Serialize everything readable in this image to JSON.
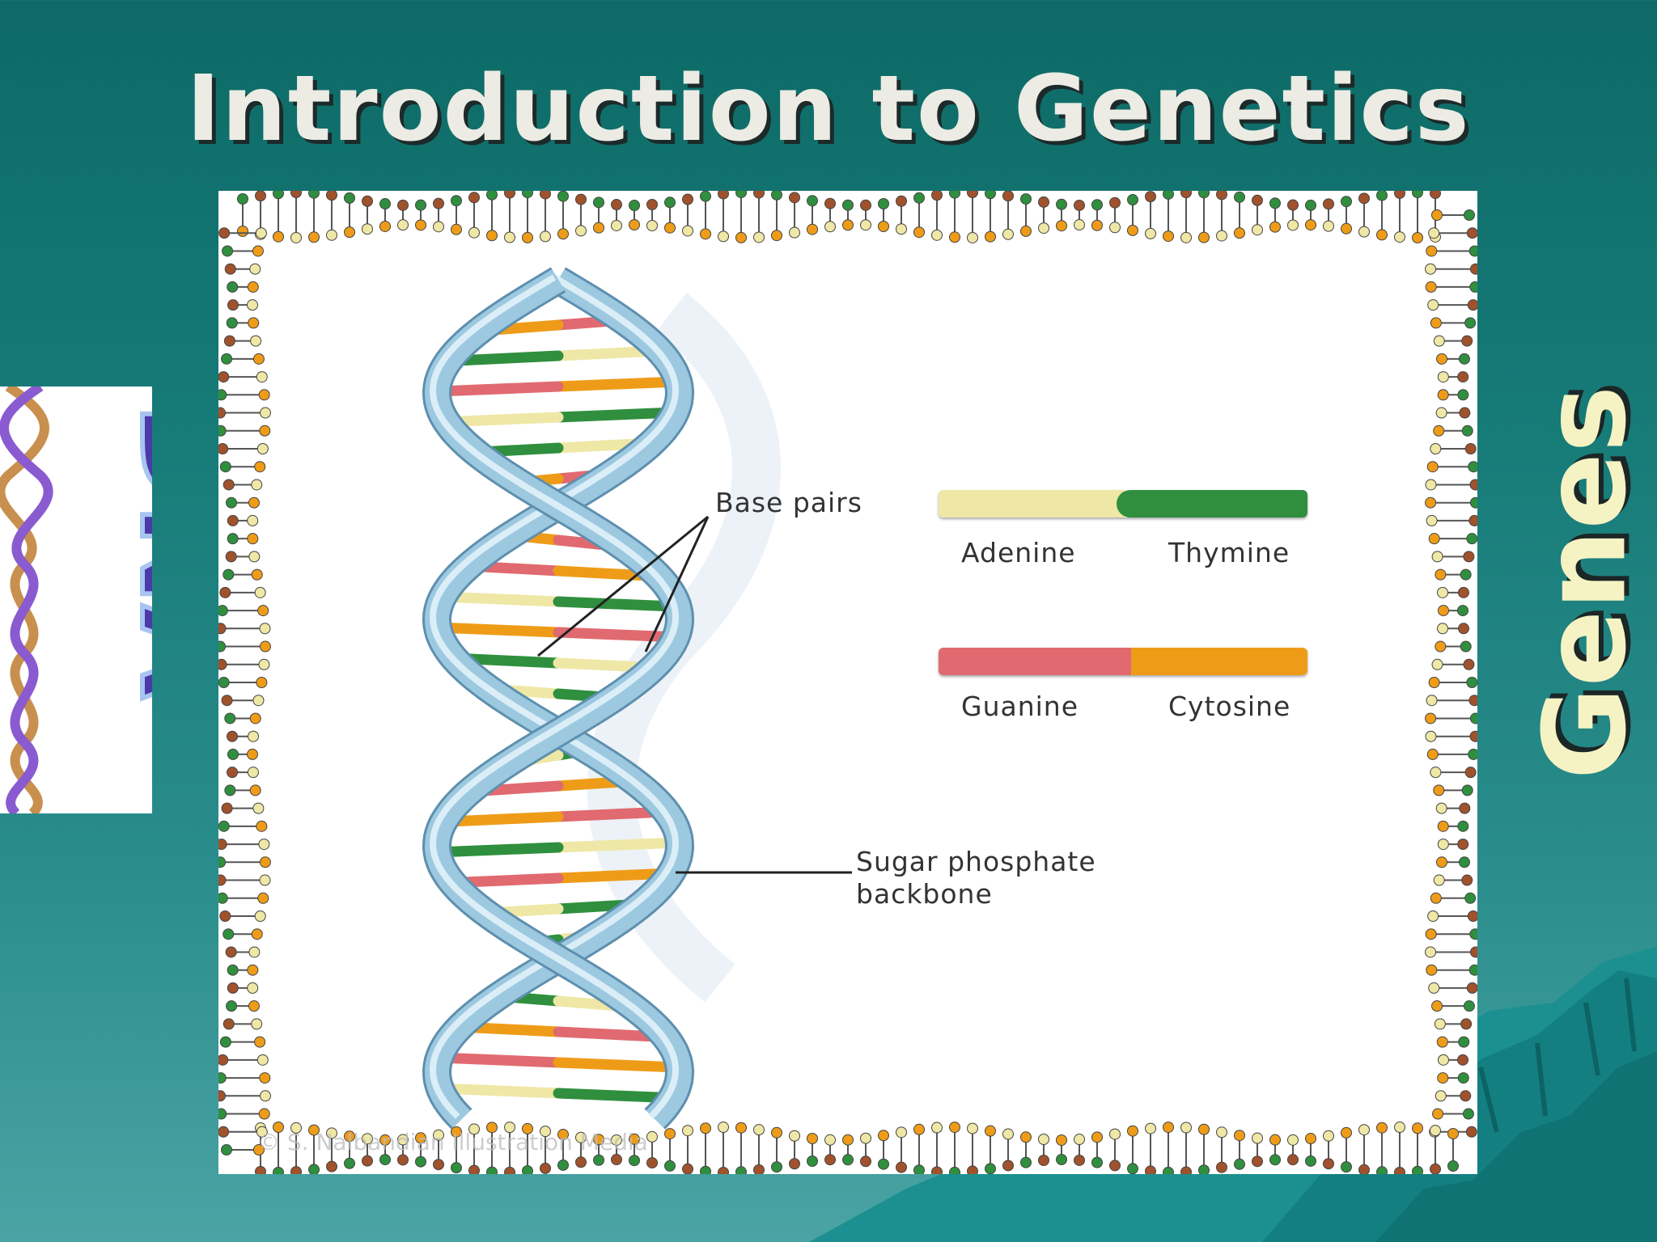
{
  "slide": {
    "title": "Introduction to Genetics",
    "side_label": "Genes",
    "logo_text": "DNA",
    "watermark": "© S. Nalbandian Illustration Media"
  },
  "diagram": {
    "labels": {
      "base_pairs": "Base pairs",
      "backbone_line1": "Sugar phosphate",
      "backbone_line2": "backbone"
    },
    "legend": [
      {
        "left": "Adenine",
        "right": "Thymine",
        "left_color": "#efe7a6",
        "right_color": "#2f8f3e"
      },
      {
        "left": "Guanine",
        "right": "Cytosine",
        "left_color": "#e06a70",
        "right_color": "#ee9c18"
      }
    ]
  },
  "colors": {
    "background": "#177b78",
    "title_text": "#ecebe4",
    "side_text": "#f5f3c3",
    "backbone": "#9cc9e0",
    "adenine": "#efe7a6",
    "thymine": "#2f8f3e",
    "guanine": "#e06a70",
    "cytosine": "#ee9c18",
    "logo_purple": "#6b3fbf",
    "logo_blue": "#3c63c8"
  }
}
